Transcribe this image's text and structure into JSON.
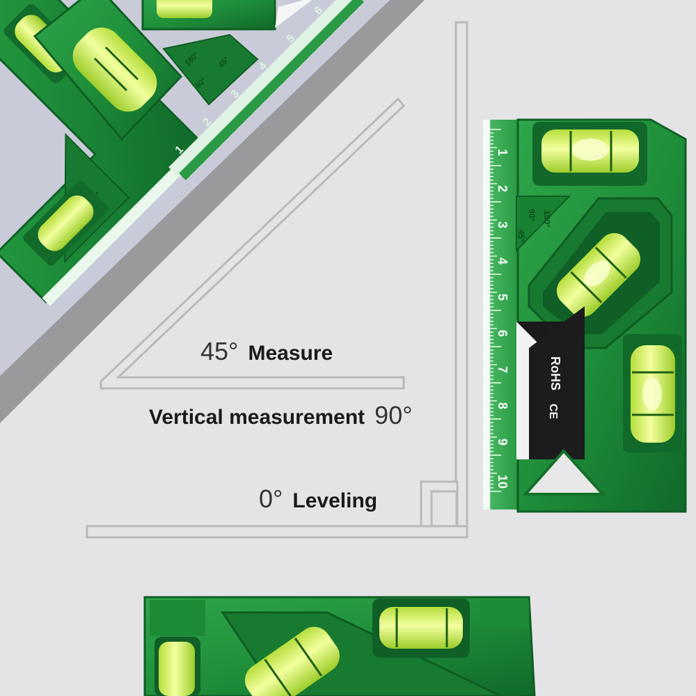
{
  "labels": {
    "measure45": {
      "value": "45°",
      "text": "Measure"
    },
    "vertical90": {
      "text": "Vertical measurement",
      "value": "90°"
    },
    "leveling0": {
      "value": "0°",
      "text": "Leveling"
    }
  },
  "ruler": {
    "numbers": [
      "1",
      "2",
      "3",
      "4",
      "5",
      "6",
      "7",
      "8",
      "9",
      "10"
    ]
  },
  "top_ruler": {
    "numbers": [
      "1",
      "2",
      "3",
      "4",
      "5",
      "6"
    ]
  },
  "angle_marks": {
    "a": "180°",
    "b": "90°",
    "c": "45°"
  },
  "certifications": {
    "rohs": "RoHS",
    "ce": "CE"
  },
  "colors": {
    "background": "#e4e4e6",
    "band": "#9a9a9d",
    "panel_blue": "#c9ccd8",
    "tool_green": "#1f8f3a",
    "tool_dark_green": "#137128",
    "tool_light_green": "#35ad52",
    "vial_yellow": "#d9f25a",
    "outline_gray": "#bdbdbf"
  }
}
